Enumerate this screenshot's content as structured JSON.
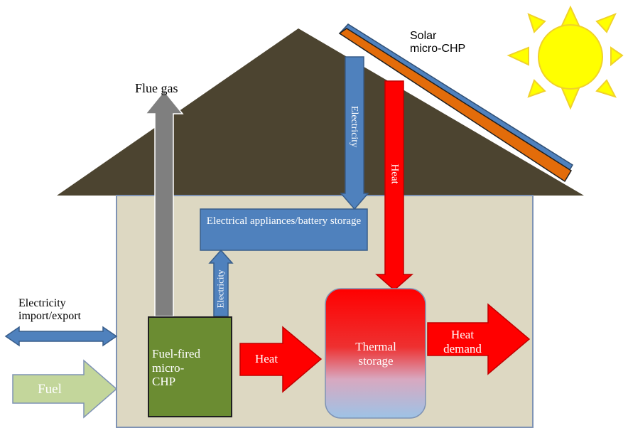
{
  "labels": {
    "solar": "Solar\nmicro-CHP",
    "flue_gas": "Flue gas",
    "electricity_roof": "Electricity",
    "heat_roof": "Heat",
    "appliances": "Electrical appliances/battery storage",
    "electricity_chp": "Electricity",
    "electricity_import": "Electricity\nimport/export",
    "fuel": "Fuel",
    "fuel_fired": "Fuel-fired\nmicro-\nCHP",
    "heat_mid": "Heat",
    "thermal_storage": "Thermal\nstorage",
    "heat_demand": "Heat\ndemand"
  },
  "colors": {
    "roof": "#4c4430",
    "wall": "#ddd8c2",
    "wall_border": "#7f93b4",
    "panel_orange": "#e36c0a",
    "panel_blue": "#4f81bd",
    "electric_blue": "#4f81bd",
    "heat_red": "#ff0000",
    "flue_gray": "#7f7f7f",
    "chp_green": "#6b8c32",
    "fuel_green": "#c3d69b",
    "sun_yellow": "#ffff00",
    "sun_ray": "#f0d22a"
  }
}
